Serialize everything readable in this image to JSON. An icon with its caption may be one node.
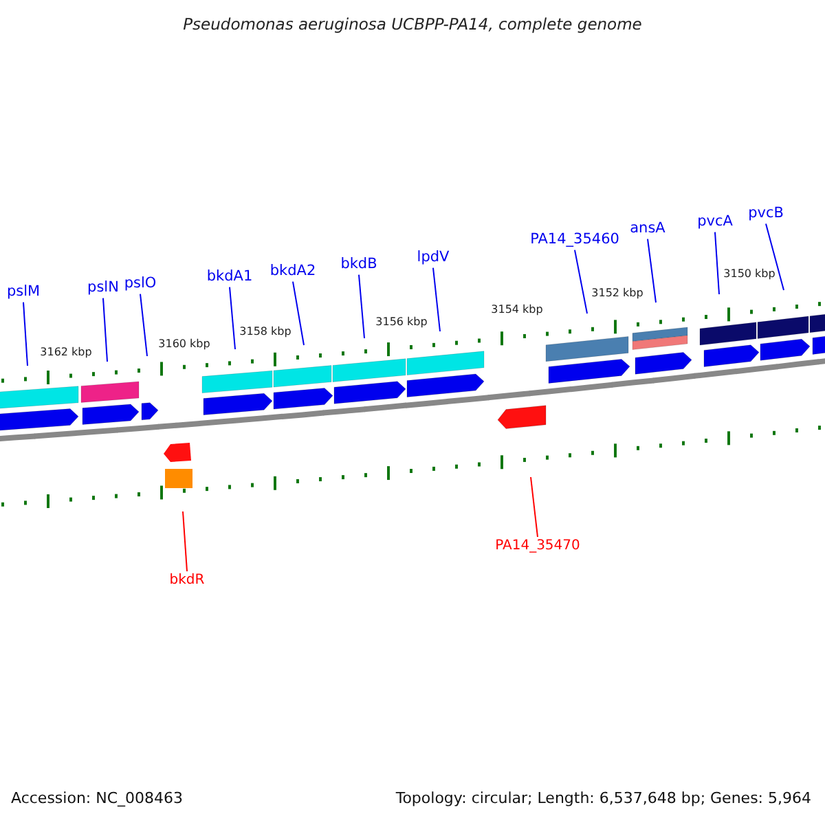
{
  "diagram": {
    "title": "Pseudomonas aeruginosa UCBPP-PA14, complete genome",
    "nodes": [
      {
        "text": [
          "pslM"
        ]
      },
      {
        "text": [
          "pslN"
        ]
      },
      {
        "text": [
          "pslO"
        ]
      },
      {
        "text": [
          "bkdA1"
        ]
      },
      {
        "text": [
          "bkdA2"
        ]
      },
      {
        "text": [
          "bkdB"
        ]
      },
      {
        "text": [
          "lpdV"
        ]
      },
      {
        "text": [
          "PA14_35460"
        ]
      },
      {
        "text": [
          "ansA"
        ]
      },
      {
        "text": [
          "pvcA"
        ]
      },
      {
        "text": [
          "pvcB"
        ]
      },
      {
        "text": [
          "bkdR"
        ]
      },
      {
        "text": [
          "PA14_35470"
        ]
      }
    ],
    "edges": [
      {
        "from": 0,
        "to": null,
        "arrow": "none"
      },
      {
        "from": 1,
        "to": null,
        "arrow": "none"
      },
      {
        "from": 2,
        "to": null,
        "arrow": "none"
      },
      {
        "from": 3,
        "to": null,
        "arrow": "none"
      },
      {
        "from": 4,
        "to": null,
        "arrow": "none"
      },
      {
        "from": 5,
        "to": null,
        "arrow": "none"
      },
      {
        "from": 6,
        "to": null,
        "arrow": "none"
      },
      {
        "from": 7,
        "to": null,
        "arrow": "none"
      },
      {
        "from": 8,
        "to": null,
        "arrow": "none"
      },
      {
        "from": 9,
        "to": null,
        "arrow": "none"
      },
      {
        "from": 10,
        "to": null,
        "arrow": "none"
      },
      {
        "from": 11,
        "to": null,
        "arrow": "none",
        "color": "#ff0000"
      },
      {
        "from": 12,
        "to": null,
        "arrow": "none",
        "color": "#ff0000"
      }
    ],
    "labels": [
      "3162 kbp",
      "3160 kbp",
      "3158 kbp",
      "3156 kbp",
      "3154 kbp",
      "3152 kbp",
      "3150 kbp",
      "Accession: NC_008463",
      "Topology: circular; Length: 6,537,648 bp; Genes: 5,964"
    ]
  }
}
